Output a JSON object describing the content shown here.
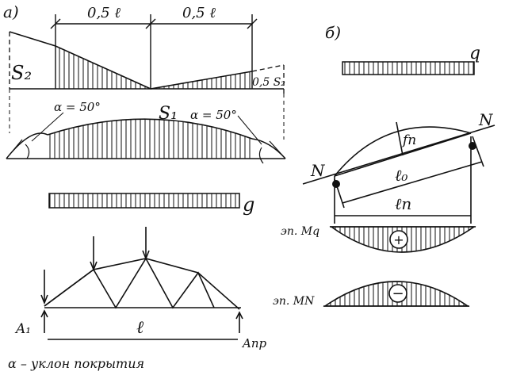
{
  "panel_a": {
    "label": "а)",
    "dim_left": "0,5 ℓ",
    "dim_right": "0,5 ℓ",
    "s2": "S₂",
    "s2_half": "0,5 S₂",
    "s1": "S₁",
    "alpha_left": "α = 50°",
    "alpha_right": "α = 50°",
    "q": "g",
    "span": "ℓ",
    "support_left": "A₁",
    "support_right": "Aпр",
    "caption": "α – уклон покрытия"
  },
  "panel_b": {
    "label": "б)",
    "q": "q",
    "n_top": "N",
    "n_left": "N",
    "f_label": "fп",
    "l0_label": "ℓ₀",
    "ln_label": "ℓп",
    "mq_label": "эп. Mq",
    "plus": "+",
    "mn_label": "эп. MN",
    "minus": "−"
  }
}
